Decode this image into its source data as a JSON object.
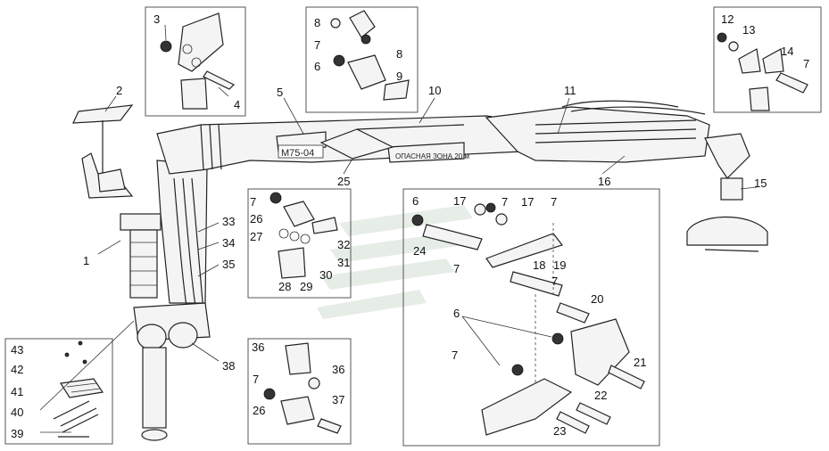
{
  "boom": {
    "model_label": "М75-04",
    "warning_label": "ОПАСНАЯ ЗОНА 20 м"
  },
  "callouts": [
    {
      "id": "c1",
      "text": "1"
    },
    {
      "id": "c2",
      "text": "2"
    },
    {
      "id": "c3",
      "text": "3"
    },
    {
      "id": "c4",
      "text": "4"
    },
    {
      "id": "c5",
      "text": "5"
    },
    {
      "id": "c6a",
      "text": "6"
    },
    {
      "id": "c6b",
      "text": "6"
    },
    {
      "id": "c6c",
      "text": "6"
    },
    {
      "id": "c7a",
      "text": "7"
    },
    {
      "id": "c7b",
      "text": "7"
    },
    {
      "id": "c7c",
      "text": "7"
    },
    {
      "id": "c7d",
      "text": "7"
    },
    {
      "id": "c7e",
      "text": "7"
    },
    {
      "id": "c7f",
      "text": "7"
    },
    {
      "id": "c7g",
      "text": "7"
    },
    {
      "id": "c7h",
      "text": "7"
    },
    {
      "id": "c7i",
      "text": "7"
    },
    {
      "id": "c8a",
      "text": "8"
    },
    {
      "id": "c8b",
      "text": "8"
    },
    {
      "id": "c9",
      "text": "9"
    },
    {
      "id": "c10",
      "text": "10"
    },
    {
      "id": "c11",
      "text": "11"
    },
    {
      "id": "c12",
      "text": "12"
    },
    {
      "id": "c13",
      "text": "13"
    },
    {
      "id": "c14",
      "text": "14"
    },
    {
      "id": "c15",
      "text": "15"
    },
    {
      "id": "c16",
      "text": "16"
    },
    {
      "id": "c17a",
      "text": "17"
    },
    {
      "id": "c17b",
      "text": "17"
    },
    {
      "id": "c18",
      "text": "18"
    },
    {
      "id": "c19",
      "text": "19"
    },
    {
      "id": "c20",
      "text": "20"
    },
    {
      "id": "c21",
      "text": "21"
    },
    {
      "id": "c22",
      "text": "22"
    },
    {
      "id": "c23",
      "text": "23"
    },
    {
      "id": "c24",
      "text": "24"
    },
    {
      "id": "c25",
      "text": "25"
    },
    {
      "id": "c26a",
      "text": "26"
    },
    {
      "id": "c26b",
      "text": "26"
    },
    {
      "id": "c27",
      "text": "27"
    },
    {
      "id": "c28",
      "text": "28"
    },
    {
      "id": "c29",
      "text": "29"
    },
    {
      "id": "c30",
      "text": "30"
    },
    {
      "id": "c31",
      "text": "31"
    },
    {
      "id": "c32",
      "text": "32"
    },
    {
      "id": "c33",
      "text": "33"
    },
    {
      "id": "c34",
      "text": "34"
    },
    {
      "id": "c35",
      "text": "35"
    },
    {
      "id": "c36a",
      "text": "36"
    },
    {
      "id": "c36b",
      "text": "36"
    },
    {
      "id": "c37",
      "text": "37"
    },
    {
      "id": "c38",
      "text": "38"
    },
    {
      "id": "c39",
      "text": "39"
    },
    {
      "id": "c40",
      "text": "40"
    },
    {
      "id": "c41",
      "text": "41"
    },
    {
      "id": "c42",
      "text": "42"
    },
    {
      "id": "c43",
      "text": "43"
    }
  ]
}
